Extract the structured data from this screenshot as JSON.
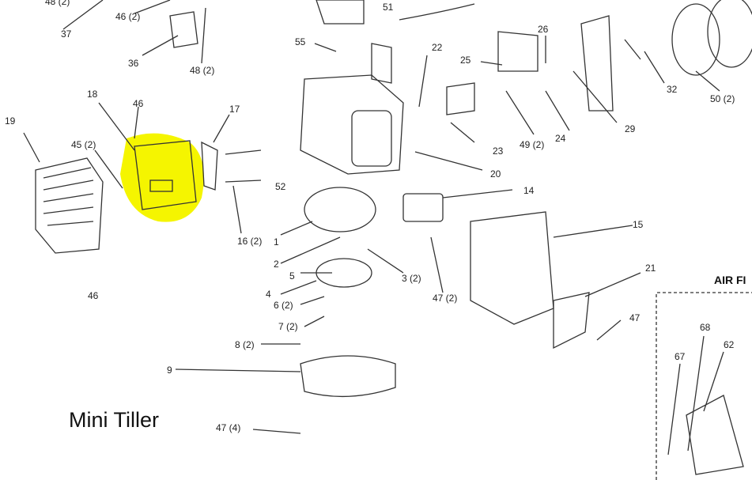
{
  "caption": "Mini Tiller",
  "inset_title": "AIR FI",
  "highlight_color": "#f5f500",
  "highlighted_part": "18",
  "labels": [
    "48 (2)",
    "37",
    "46 (2)",
    "36",
    "48 (2)",
    "51",
    "55",
    "22",
    "25",
    "26",
    "32",
    "50 (2)",
    "18",
    "46",
    "17",
    "19",
    "45 (2)",
    "52",
    "23",
    "49 (2)",
    "24",
    "29",
    "20",
    "14",
    "1",
    "16 (2)",
    "15",
    "2",
    "5",
    "3 (2)",
    "4",
    "6 (2)",
    "47 (2)",
    "21",
    "46",
    "7 (2)",
    "47",
    "68",
    "62",
    "67",
    "8 (2)",
    "9",
    "47 (4)"
  ]
}
